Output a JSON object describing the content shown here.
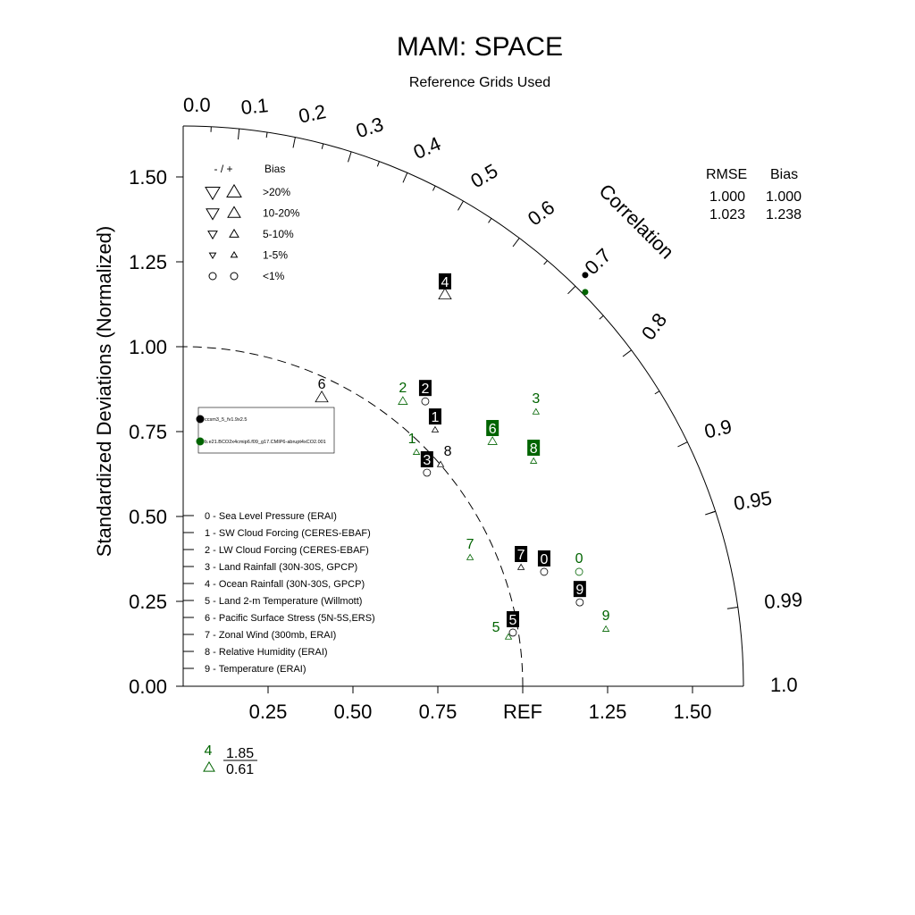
{
  "chart_data": {
    "type": "scatter",
    "subtype": "taylor-diagram",
    "title": "MAM: SPACE",
    "subtitle": "Reference Grids Used",
    "ylabel": "Standardized Deviations (Normalized)",
    "arc_label": "Correlation",
    "xticks": [
      "0.25",
      "0.50",
      "0.75",
      "REF",
      "1.25",
      "1.50"
    ],
    "xtick_values": [
      0.25,
      0.5,
      0.75,
      1.0,
      1.25,
      1.5
    ],
    "yticks": [
      "0.00",
      "0.25",
      "0.50",
      "0.75",
      "1.00",
      "1.25",
      "1.50"
    ],
    "ytick_values": [
      0,
      0.25,
      0.5,
      0.75,
      1.0,
      1.25,
      1.5
    ],
    "corr_ticks": [
      "0.0",
      "0.1",
      "0.2",
      "0.3",
      "0.4",
      "0.5",
      "0.6",
      "0.7",
      "0.8",
      "0.9",
      "0.95",
      "0.99",
      "1.0"
    ],
    "corr_values": [
      0,
      0.1,
      0.2,
      0.3,
      0.4,
      0.5,
      0.6,
      0.7,
      0.8,
      0.9,
      0.95,
      0.99,
      1.0
    ],
    "max_std": 1.65,
    "bias_legend": {
      "header_sign": "- / +",
      "header_bias": "Bias",
      "rows": [
        ">20%",
        "10-20%",
        "5-10%",
        "1-5%",
        "<1%"
      ]
    },
    "cases": [
      {
        "name": "ccsm3_5_fv1.9x2.5",
        "color": "#000000"
      },
      {
        "name": "b.e21.BCO2x4cmip6.f09_g17.CMIP6-abrupt4xCO2.001",
        "color": "#006400"
      }
    ],
    "stats_table": {
      "headers": [
        "RMSE",
        "Bias"
      ],
      "rows": [
        [
          "1.000",
          "1.000"
        ],
        [
          "1.023",
          "1.238"
        ]
      ]
    },
    "variables": [
      "0 - Sea Level Pressure (ERAI)",
      "1 - SW Cloud Forcing (CERES-EBAF)",
      "2 - LW Cloud Forcing (CERES-EBAF)",
      "3 - Land Rainfall (30N-30S, GPCP)",
      "4 - Ocean Rainfall (30N-30S, GPCP)",
      "5 - Land 2-m Temperature (Willmott)",
      "6 - Pacific Surface Stress (5N-5S,ERS)",
      "7 - Zonal Wind (300mb, ERAI)",
      "8 - Relative Humidity (ERAI)",
      "9 - Temperature (ERAI)"
    ],
    "series": [
      {
        "name": "ccsm3_5_fv1.9x2.5",
        "color": "#000000",
        "points": [
          {
            "id": "0",
            "x": 1.063,
            "y": 0.337,
            "marker": "circle",
            "boxed": true
          },
          {
            "id": "1",
            "x": 0.742,
            "y": 0.755,
            "marker": "up-small",
            "boxed": true
          },
          {
            "id": "2",
            "x": 0.713,
            "y": 0.839,
            "marker": "circle",
            "boxed": true
          },
          {
            "id": "3",
            "x": 0.718,
            "y": 0.629,
            "marker": "circle",
            "boxed": true
          },
          {
            "id": "4",
            "x": 0.771,
            "y": 1.153,
            "marker": "up-large",
            "boxed": true
          },
          {
            "id": "5",
            "x": 0.971,
            "y": 0.158,
            "marker": "circle",
            "boxed": true
          },
          {
            "id": "6",
            "x": 0.408,
            "y": 0.85,
            "marker": "up-large",
            "boxed": false
          },
          {
            "id": "7",
            "x": 0.995,
            "y": 0.35,
            "marker": "up-small",
            "boxed": true
          },
          {
            "id": "8",
            "x": 0.758,
            "y": 0.653,
            "marker": "up-small",
            "boxed": false
          },
          {
            "id": "9",
            "x": 1.168,
            "y": 0.247,
            "marker": "circle",
            "boxed": true
          }
        ]
      },
      {
        "name": "b.e21.BCO2x4cmip6.f09_g17.CMIP6-abrupt4xCO2.001",
        "color": "#006400",
        "points": [
          {
            "id": "0",
            "x": 1.166,
            "y": 0.337,
            "marker": "circle",
            "boxed": false
          },
          {
            "id": "1",
            "x": 0.687,
            "y": 0.689,
            "marker": "up-small",
            "boxed": false
          },
          {
            "id": "2",
            "x": 0.647,
            "y": 0.839,
            "marker": "up-med",
            "boxed": false
          },
          {
            "id": "3",
            "x": 1.039,
            "y": 0.808,
            "marker": "up-small",
            "boxed": false
          },
          {
            "id": "5",
            "x": 0.958,
            "y": 0.145,
            "marker": "up-small",
            "boxed": false
          },
          {
            "id": "6",
            "x": 0.911,
            "y": 0.721,
            "marker": "up-med",
            "boxed": true
          },
          {
            "id": "7",
            "x": 0.845,
            "y": 0.379,
            "marker": "up-small",
            "boxed": false
          },
          {
            "id": "8",
            "x": 1.032,
            "y": 0.663,
            "marker": "up-small",
            "boxed": true
          },
          {
            "id": "9",
            "x": 1.245,
            "y": 0.168,
            "marker": "up-small",
            "boxed": false
          }
        ]
      }
    ],
    "ref_markers": [
      {
        "x": 1.184,
        "y": 1.211,
        "color": "#000000"
      },
      {
        "x": 1.184,
        "y": 1.161,
        "color": "#006400"
      }
    ],
    "off_chart": {
      "id": "4",
      "color": "#006400",
      "std": "1.85",
      "bias": "0.61"
    }
  }
}
